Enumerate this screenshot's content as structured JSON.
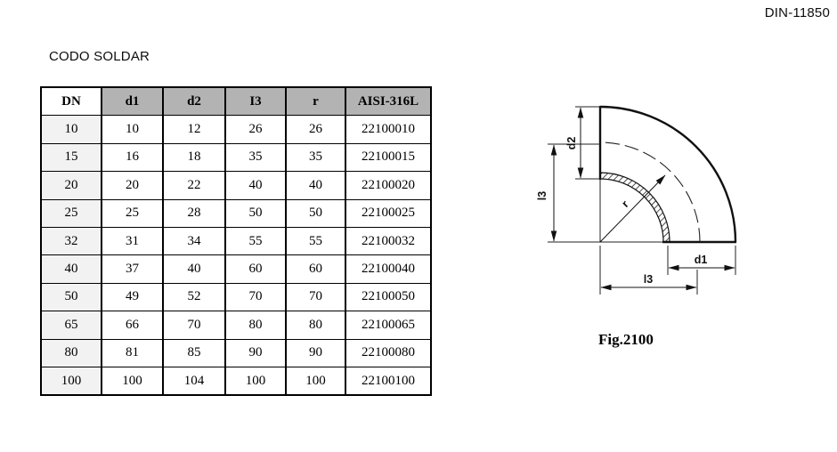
{
  "page": {
    "standard_ref": "DIN-11850",
    "title": "CODO SOLDAR"
  },
  "table": {
    "headers": [
      "DN",
      "d1",
      "d2",
      "I3",
      "r",
      "AISI-316L"
    ],
    "rows": [
      [
        "10",
        "10",
        "12",
        "26",
        "26",
        "22100010"
      ],
      [
        "15",
        "16",
        "18",
        "35",
        "35",
        "22100015"
      ],
      [
        "20",
        "20",
        "22",
        "40",
        "40",
        "22100020"
      ],
      [
        "25",
        "25",
        "28",
        "50",
        "50",
        "22100025"
      ],
      [
        "32",
        "31",
        "34",
        "55",
        "55",
        "22100032"
      ],
      [
        "40",
        "37",
        "40",
        "60",
        "60",
        "22100040"
      ],
      [
        "50",
        "49",
        "52",
        "70",
        "70",
        "22100050"
      ],
      [
        "65",
        "66",
        "70",
        "80",
        "80",
        "22100065"
      ],
      [
        "80",
        "81",
        "85",
        "90",
        "90",
        "22100080"
      ],
      [
        "100",
        "100",
        "104",
        "100",
        "100",
        "22100100"
      ]
    ],
    "colors": {
      "header_bg": "#b3b3b3",
      "dn_column_bg": "#f2f2f2",
      "border": "#000000"
    }
  },
  "figure": {
    "caption": "Fig.2100",
    "dim_labels": {
      "d2": "d2",
      "l3_vertical": "l3",
      "radius": "r",
      "d1": "d1",
      "l3_horizontal": "l3"
    }
  }
}
